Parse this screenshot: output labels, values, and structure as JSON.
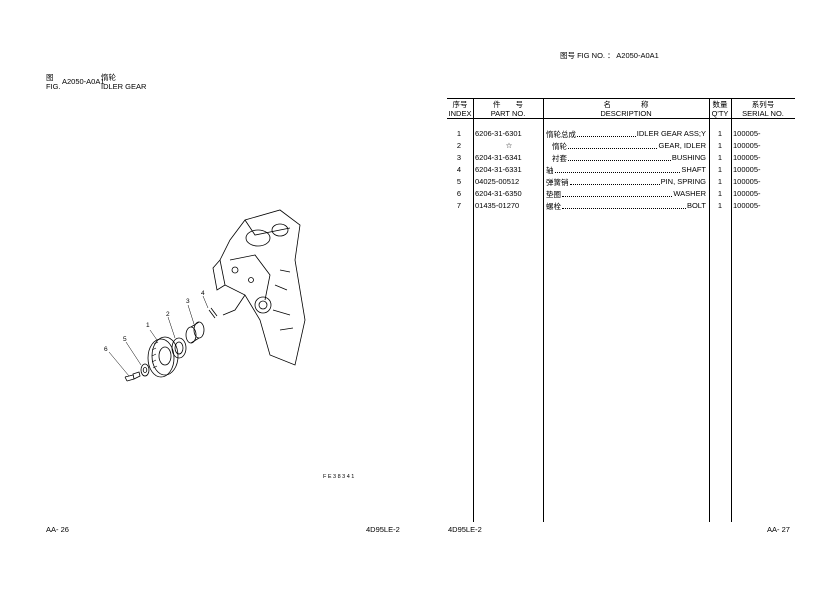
{
  "left_page": {
    "fig_cn": "图",
    "fig_en": "FIG.",
    "fig_no": "A2050-A0A1",
    "title_cn": "惰轮",
    "title_en": "IDLER GEAR",
    "drawing_code": "FE38341",
    "page_no": "AA- 26",
    "model": "4D95LE-2",
    "callouts": [
      "1",
      "2",
      "3",
      "4",
      "5",
      "6"
    ]
  },
  "right_page": {
    "fig_header_cn": "图号",
    "fig_header_en": "FIG NO.",
    "fig_header_sep": "：",
    "fig_header_no": "A2050-A0A1",
    "model": "4D95LE-2",
    "page_no": "AA- 27"
  },
  "table": {
    "headers": {
      "index_cn": "序号",
      "index_en": "INDEX",
      "part_cn": "件　　号",
      "part_en": "PART NO.",
      "desc_cn": "名　　　　称",
      "desc_en": "DESCRIPTION",
      "qty_cn": "数量",
      "qty_en": "Q'TY",
      "serial_cn": "系列号",
      "serial_en": "SERIAL NO."
    },
    "rows": [
      {
        "index": "1",
        "part_no": "6206-31-6301",
        "desc_cn": "惰轮总成",
        "desc_en": "IDLER GEAR ASS;Y",
        "qty": "1",
        "serial": "100005-"
      },
      {
        "index": "2",
        "part_no": "☆",
        "desc_cn": "惰轮",
        "desc_en": "GEAR, IDLER",
        "qty": "1",
        "serial": "100005-"
      },
      {
        "index": "3",
        "part_no": "6204-31-6341",
        "desc_cn": "衬套",
        "desc_en": "BUSHING",
        "qty": "1",
        "serial": "100005-"
      },
      {
        "index": "4",
        "part_no": "6204-31-6331",
        "desc_cn": "轴",
        "desc_en": "SHAFT",
        "qty": "1",
        "serial": "100005-"
      },
      {
        "index": "5",
        "part_no": "04025-00512",
        "desc_cn": "弹簧销",
        "desc_en": "PIN, SPRING",
        "qty": "1",
        "serial": "100005-"
      },
      {
        "index": "6",
        "part_no": "6204-31-6350",
        "desc_cn": "垫圈",
        "desc_en": "WASHER",
        "qty": "1",
        "serial": "100005-"
      },
      {
        "index": "7",
        "part_no": "01435-01270",
        "desc_cn": "螺栓",
        "desc_en": "BOLT",
        "qty": "1",
        "serial": "100005-"
      }
    ]
  }
}
